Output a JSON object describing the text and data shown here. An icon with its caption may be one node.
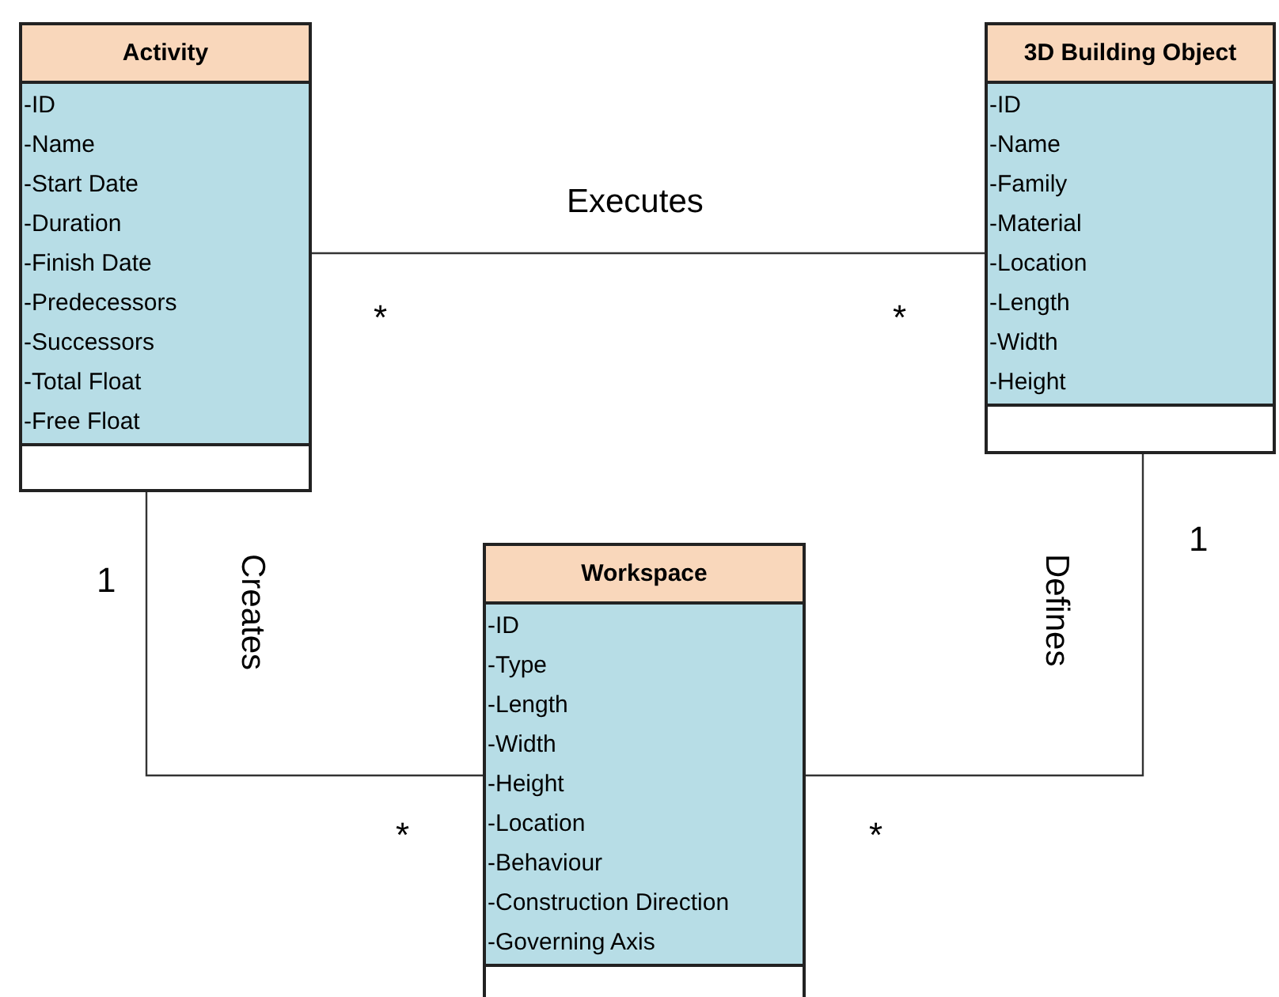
{
  "diagram": {
    "nodes": [
      {
        "text": [
          "Activity",
          "-ID",
          "-Name",
          "-Start Date",
          "-Duration",
          "-Finish Date",
          "-Predecessors",
          "-Successors",
          "-Total Float",
          "-Free Float"
        ]
      },
      {
        "text": [
          "3D Building Object",
          "-ID",
          "-Name",
          "-Family",
          "-Material",
          "-Location",
          "-Length",
          "-Width",
          "-Height"
        ]
      },
      {
        "text": [
          "Workspace",
          "-ID",
          "-Type",
          "-Length",
          "-Width",
          "-Height",
          "-Location",
          "-Behaviour",
          "-Construction Direction",
          "-Governing Axis"
        ]
      }
    ],
    "edges": [
      {
        "from": 0,
        "to": 1,
        "arrow": "none",
        "label": "Executes"
      },
      {
        "from": 0,
        "to": 2,
        "arrow": "none",
        "label": "Creates"
      },
      {
        "from": 1,
        "to": 2,
        "arrow": "none",
        "label": "Defines"
      }
    ],
    "labels": [
      "*",
      "*",
      "1",
      "1",
      "*",
      "*"
    ]
  }
}
